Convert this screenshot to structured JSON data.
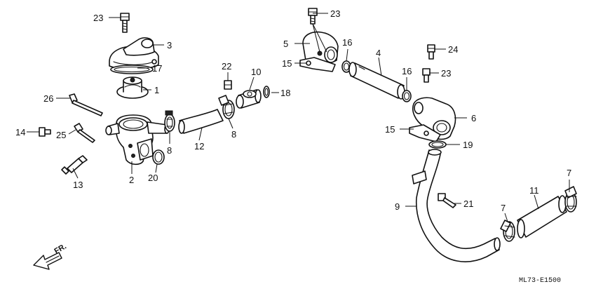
{
  "diagram": {
    "callouts": [
      {
        "id": "c23a",
        "text": "23"
      },
      {
        "id": "c3",
        "text": "3"
      },
      {
        "id": "c17",
        "text": "17"
      },
      {
        "id": "c1",
        "text": "1"
      },
      {
        "id": "c26",
        "text": "26"
      },
      {
        "id": "c14",
        "text": "14"
      },
      {
        "id": "c25",
        "text": "25"
      },
      {
        "id": "c13",
        "text": "13"
      },
      {
        "id": "c2",
        "text": "2"
      },
      {
        "id": "c20",
        "text": "20"
      },
      {
        "id": "c8a",
        "text": "8"
      },
      {
        "id": "c12",
        "text": "12"
      },
      {
        "id": "c22",
        "text": "22"
      },
      {
        "id": "c10",
        "text": "10"
      },
      {
        "id": "c18",
        "text": "18"
      },
      {
        "id": "c8b",
        "text": "8"
      },
      {
        "id": "c23b",
        "text": "23"
      },
      {
        "id": "c5",
        "text": "5"
      },
      {
        "id": "c15a",
        "text": "15"
      },
      {
        "id": "c16a",
        "text": "16"
      },
      {
        "id": "c4",
        "text": "4"
      },
      {
        "id": "c16b",
        "text": "16"
      },
      {
        "id": "c24",
        "text": "24"
      },
      {
        "id": "c23c",
        "text": "23"
      },
      {
        "id": "c6",
        "text": "6"
      },
      {
        "id": "c15b",
        "text": "15"
      },
      {
        "id": "c19",
        "text": "19"
      },
      {
        "id": "c9",
        "text": "9"
      },
      {
        "id": "c21",
        "text": "21"
      },
      {
        "id": "c7a",
        "text": "7"
      },
      {
        "id": "c11",
        "text": "11"
      },
      {
        "id": "c7b",
        "text": "7"
      }
    ],
    "front_indicator": "FR.",
    "drawing_code": "ML73-E1500"
  }
}
